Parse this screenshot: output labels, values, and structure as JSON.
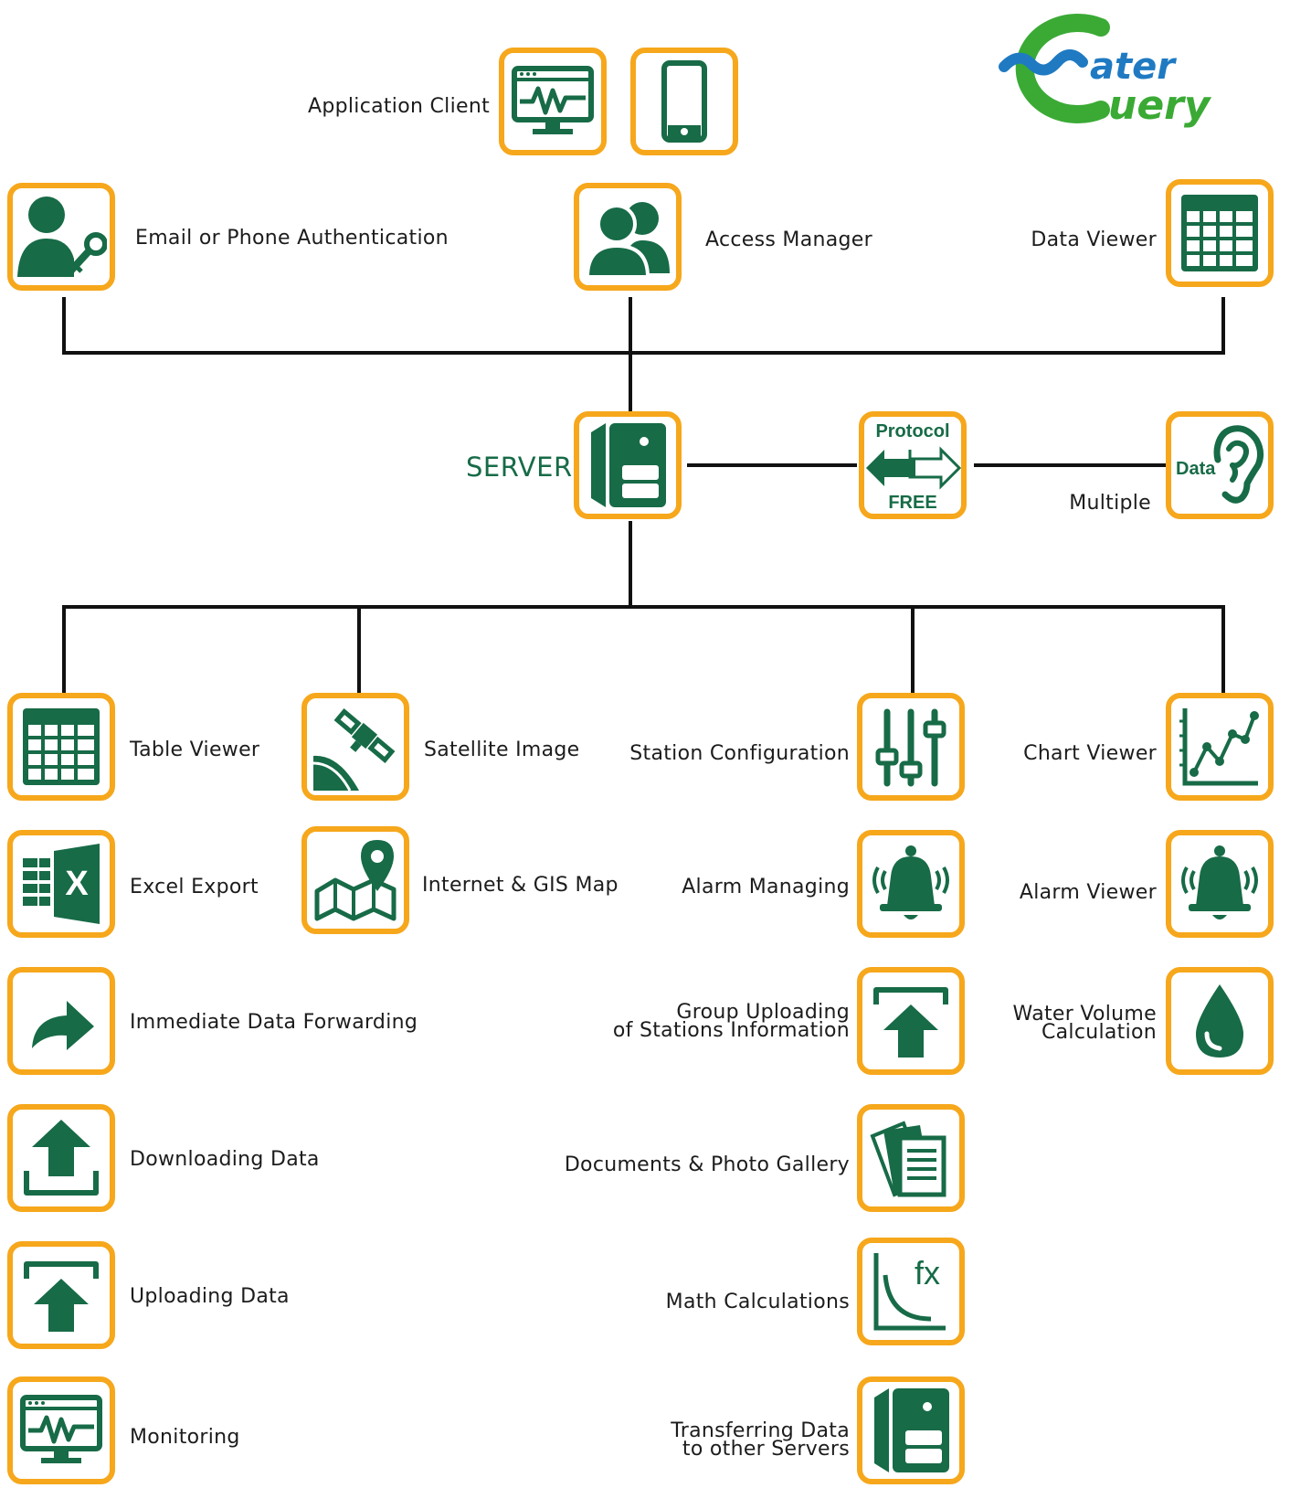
{
  "colors": {
    "accent": "#f6a71b",
    "icon": "#176b47",
    "line": "#111111",
    "logo_green": "#3aaa35",
    "logo_blue": "#1f7ac2"
  },
  "logo": {
    "line1": "ater",
    "line2": "uery",
    "icon": "water-query-logo"
  },
  "server": {
    "label": "SERVER",
    "icon": "server-icon"
  },
  "protocol": {
    "top": "Protocol",
    "bottom": "FREE",
    "icon": "protocol-arrows-icon"
  },
  "multiple_data": {
    "icon_text": "Data",
    "label": "Multiple",
    "icon": "ear-icon"
  },
  "top": {
    "application_client": {
      "label": "Application Client",
      "icons": [
        "monitor-waveform-icon",
        "mobile-phone-icon"
      ]
    },
    "email_auth": {
      "label": "Email or Phone Authentication",
      "icon": "user-key-icon"
    },
    "access_manager": {
      "label": "Access Manager",
      "icon": "users-icon"
    },
    "data_viewer": {
      "label": "Data Viewer",
      "icon": "table-grid-icon"
    }
  },
  "features": {
    "table_viewer": "Table Viewer",
    "excel_export": "Excel Export",
    "immediate_forwarding": "Immediate Data Forwarding",
    "downloading": "Downloading Data",
    "uploading": "Uploading Data",
    "monitoring": "Monitoring",
    "satellite": "Satellite Image",
    "gis_map": "Internet & GIS Map",
    "station_config": "Station Configuration",
    "alarm_managing": "Alarm Managing",
    "group_upload_1": "Group Uploading",
    "group_upload_2": "of Stations Information",
    "documents": "Documents & Photo Gallery",
    "math": "Math Calculations",
    "transfer_1": "Transferring Data",
    "transfer_2": "to other Servers",
    "chart_viewer": "Chart Viewer",
    "alarm_viewer": "Alarm Viewer",
    "water_volume_1": "Water Volume",
    "water_volume_2": "Calculation"
  }
}
